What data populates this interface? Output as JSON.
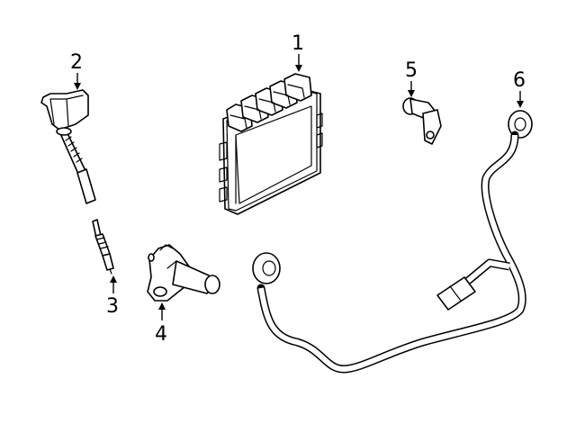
{
  "diagram": {
    "parts": [
      {
        "id": "1",
        "label": "1"
      },
      {
        "id": "2",
        "label": "2"
      },
      {
        "id": "3",
        "label": "3"
      },
      {
        "id": "4",
        "label": "4"
      },
      {
        "id": "5",
        "label": "5"
      },
      {
        "id": "6",
        "label": "6"
      }
    ]
  }
}
